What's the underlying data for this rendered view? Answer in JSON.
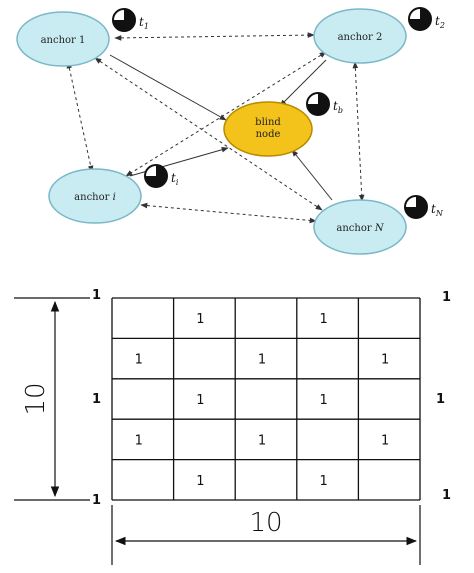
{
  "network": {
    "anchors": [
      {
        "id": "a1",
        "label": "anchor 1",
        "clock_label": "t",
        "clock_sub": "1"
      },
      {
        "id": "a2",
        "label": "anchor 2",
        "clock_label": "t",
        "clock_sub": "2"
      },
      {
        "id": "ai",
        "label": "anchor ",
        "label_italic": "i",
        "clock_label": "t",
        "clock_sub": "i"
      },
      {
        "id": "aN",
        "label": "anchor ",
        "label_italic": "N",
        "clock_label": "t",
        "clock_sub": "N"
      }
    ],
    "blind": {
      "label_line1": "blind",
      "label_line2": "node",
      "clock_label": "t",
      "clock_sub": "b"
    },
    "colors": {
      "anchor_fill": "#c9ecf2",
      "anchor_stroke": "#7ab8c8",
      "blind_fill": "#f3c21b",
      "blind_stroke": "#b88a00",
      "edge": "#333333"
    }
  },
  "grid": {
    "rows": 5,
    "cols": 5,
    "cells": [
      [
        "",
        "1",
        "",
        "1",
        ""
      ],
      [
        "1",
        "",
        "1",
        "",
        "1"
      ],
      [
        "",
        "1",
        "",
        "1",
        ""
      ],
      [
        "1",
        "",
        "1",
        "",
        "1"
      ],
      [
        "",
        "1",
        "",
        "1",
        ""
      ]
    ],
    "side_labels": {
      "left_top": "1",
      "left_mid": "1",
      "left_bottom": "1",
      "right_top": "1",
      "right_mid": "1",
      "right_bottom": "1"
    },
    "height_label": "10",
    "width_label": "10"
  }
}
